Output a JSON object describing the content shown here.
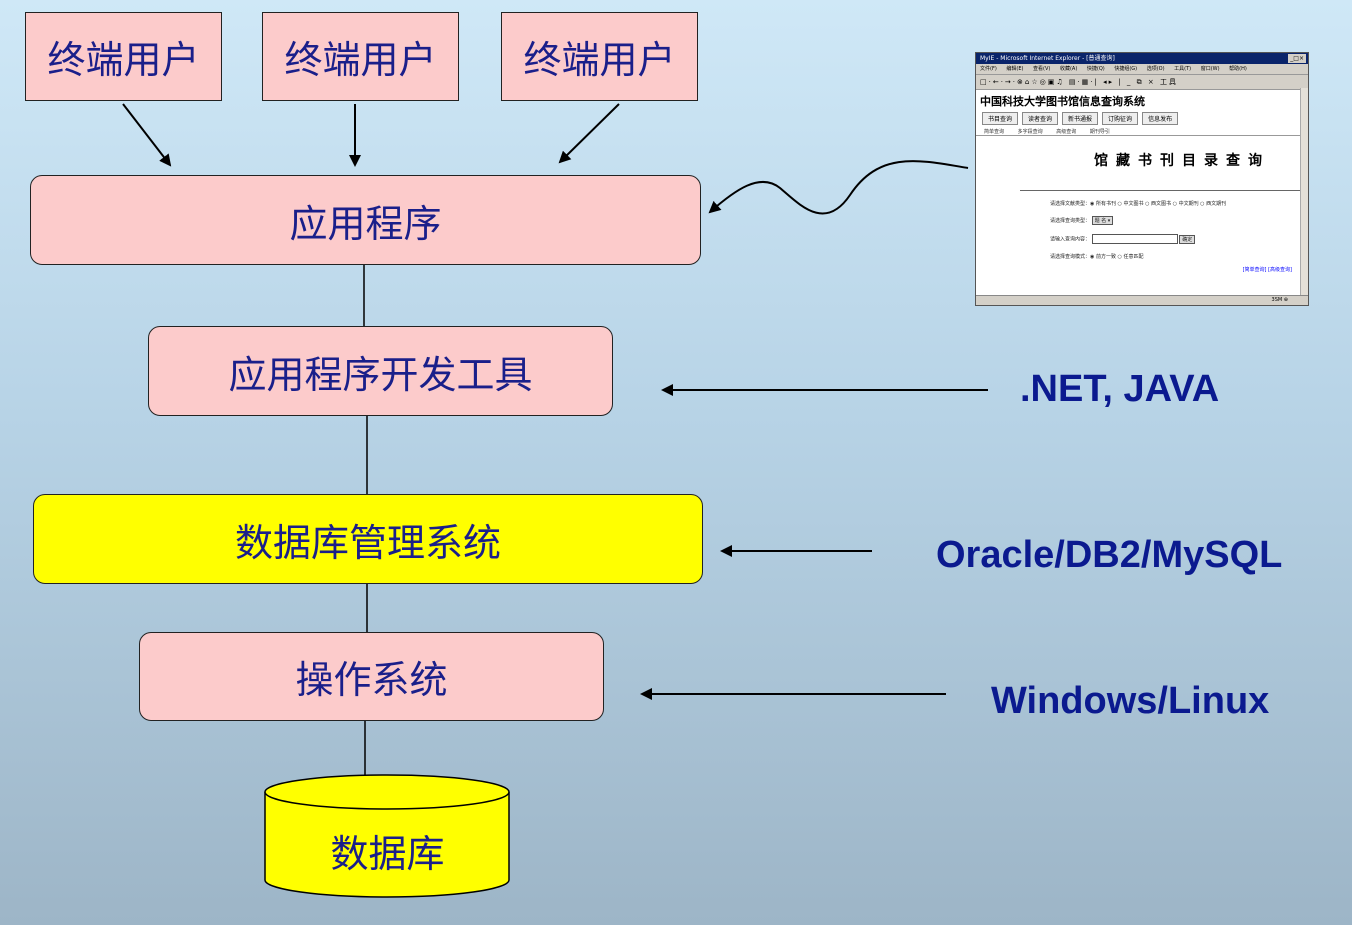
{
  "users": [
    "终端用户",
    "终端用户",
    "终端用户"
  ],
  "layers": {
    "app": "应用程序",
    "devtool": "应用程序开发工具",
    "dbms": "数据库管理系统",
    "os": "操作系统",
    "db": "数据库"
  },
  "tech": {
    "devtool": ".NET, JAVA",
    "dbms": "Oracle/DB2/MySQL",
    "os": "Windows/Linux"
  },
  "browser": {
    "title": "MyIE - Microsoft Internet Explorer - [普通查询]",
    "controls": "_□×",
    "menu": [
      "文件(F)",
      "编辑(E)",
      "查看(V)",
      "收藏(A)",
      "快捷(Q)",
      "快捷组(G)",
      "选项(O)",
      "工具(T)",
      "窗口(W)",
      "帮助(H)"
    ],
    "toolbar": "□·←·→·⊗⌂☆◎▣♫ ▤·▦·| ◂▸ |  _ ⧉ ×   工具",
    "header": "中国科技大学图书馆信息查询系统",
    "tabs": [
      "书目查询",
      "读者查询",
      "新书通报",
      "订购征询",
      "信息发布"
    ],
    "subtabs": [
      "简单查询",
      "多字段查询",
      "高级查询",
      "期刊导引"
    ],
    "heading": "馆藏书刊目录查询",
    "row1": "请选择文献类型：◉ 所有书刊 ○ 中文图书 ○ 西文图书 ○ 中文期刊 ○ 西文期刊",
    "row2_label": "请选择查询类型：",
    "row2_select": "题 名 ▾",
    "row3_label": "请输入查询内容：",
    "row3_button": "确定",
    "row4": "请选择查询模式：◉ 前方一致 ○ 任意匹配",
    "links": "[简单查询] [高级查询]",
    "status": "3SM ⊕"
  }
}
